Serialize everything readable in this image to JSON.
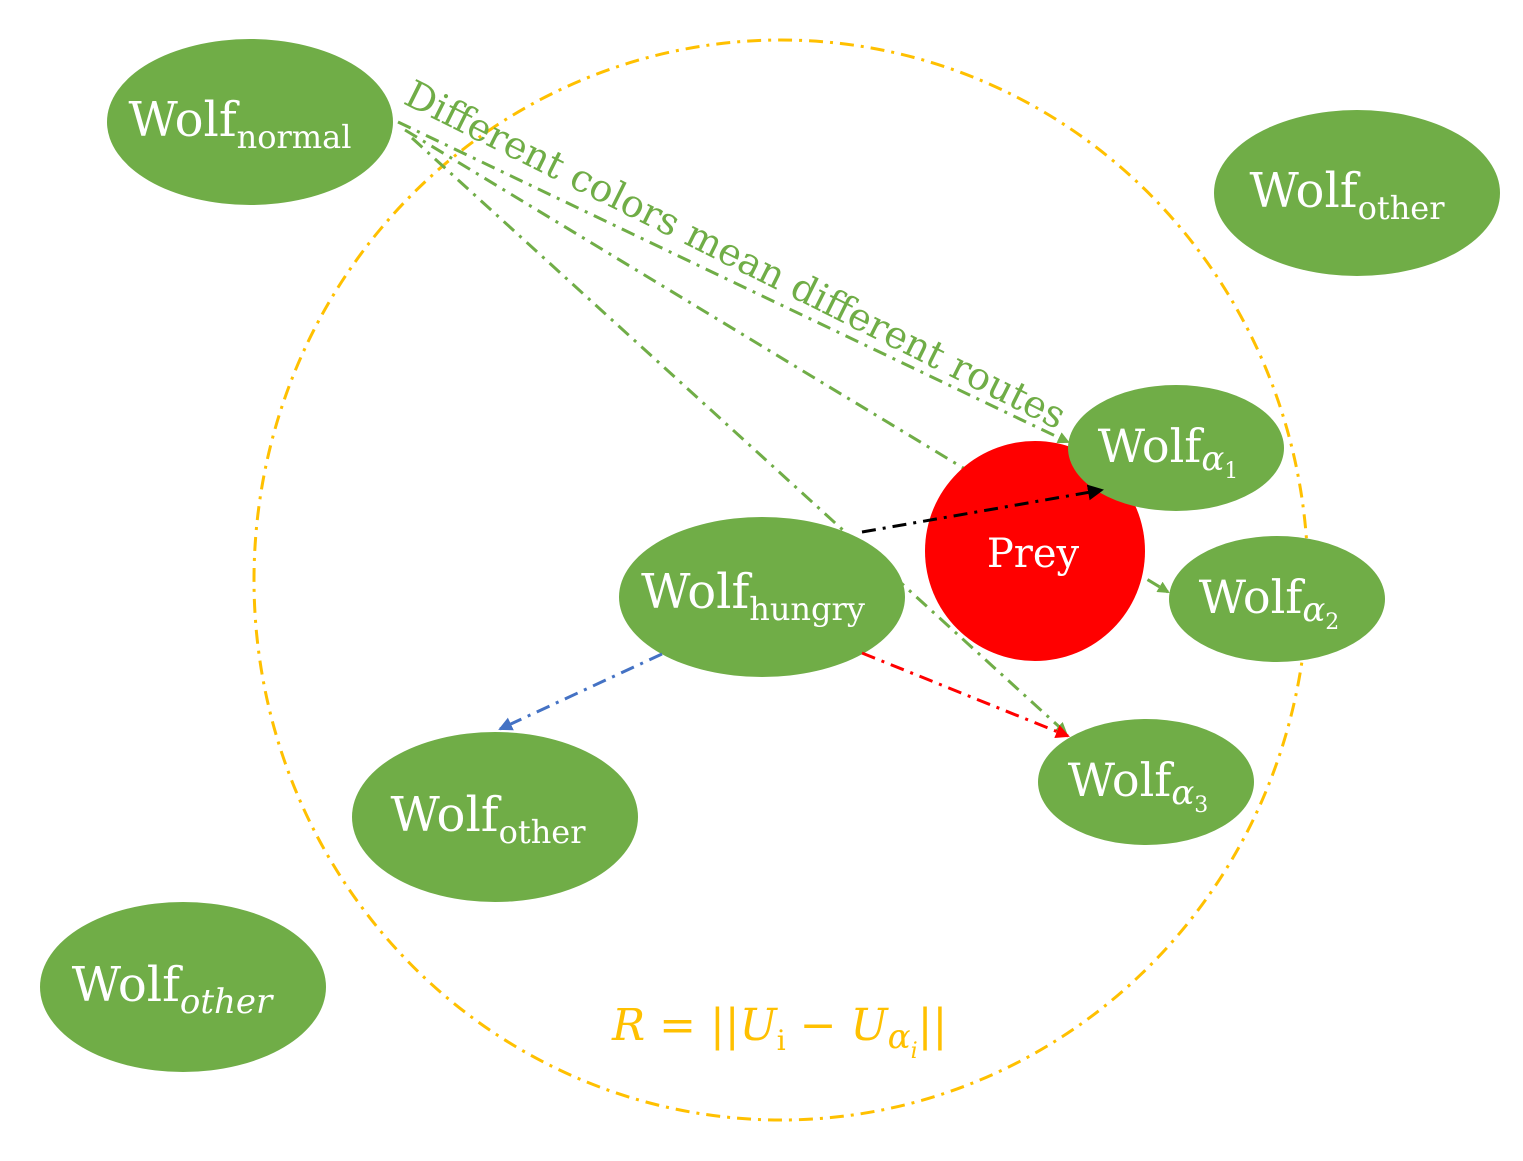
{
  "colors": {
    "wolf": "#70ad47",
    "prey": "#ff0000",
    "range": "#ffc000",
    "route_green": "#70ad47",
    "route_black": "#000000",
    "route_blue": "#4472c4",
    "route_red": "#ff0000",
    "node_text": "#ffffff"
  },
  "nodes": {
    "wolf_normal": {
      "base": "Wolf",
      "sub": "normal"
    },
    "wolf_other_tr": {
      "base": "Wolf",
      "sub": "other"
    },
    "wolf_alpha1": {
      "base": "Wolf",
      "sub": "α",
      "subsub": "1"
    },
    "wolf_alpha2": {
      "base": "Wolf",
      "sub": "α",
      "subsub": "2"
    },
    "wolf_alpha3": {
      "base": "Wolf",
      "sub": "α",
      "subsub": "3"
    },
    "wolf_hungry": {
      "base": "Wolf",
      "sub": "hungry"
    },
    "wolf_other_mid": {
      "base": "Wolf",
      "sub": "other"
    },
    "wolf_other_bl": {
      "base": "Wolf",
      "sub": "other"
    },
    "prey": {
      "label": "Prey"
    }
  },
  "annotations": {
    "routes_note": "Different colors mean different routes",
    "radius_formula": {
      "lhs": "R",
      "eq": " = ||",
      "u1": "U",
      "u1_sub": "i",
      "minus": " − ",
      "u2": "U",
      "u2_sub": "α",
      "u2_subsub": "i",
      "close": "||"
    }
  }
}
